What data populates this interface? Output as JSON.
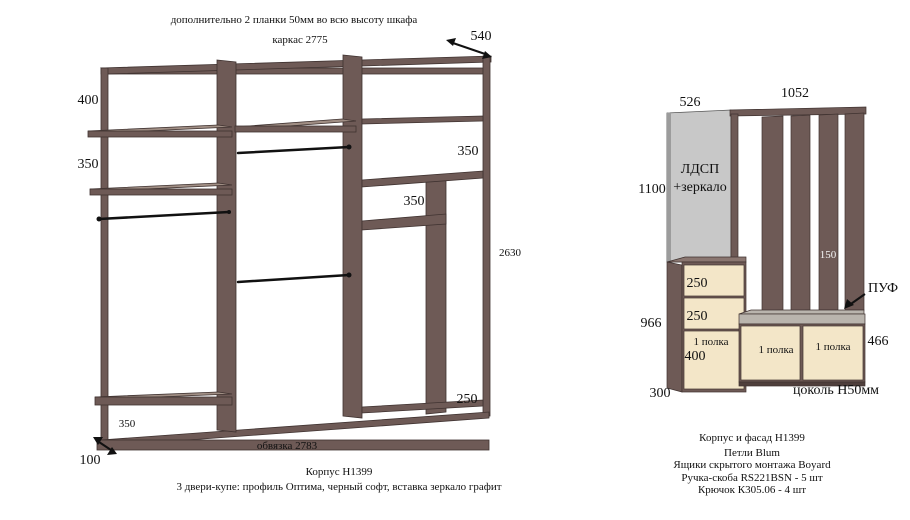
{
  "wardrobe": {
    "note_top": "дополнительно 2 планки 50мм во всю высоту шкафа",
    "frame_label": "каркас 2775",
    "depth": "540",
    "dim_400": "400",
    "dim_350_left": "350",
    "dim_350_right": "350",
    "dim_350_inner": "350",
    "height": "2630",
    "dim_250": "250",
    "dim_350_bottom": "350",
    "plinth_dim": "100",
    "base_label": "обвязка 2783",
    "body_label": "Корпус Н1399",
    "doors_label": "3 двери-купе: профиль Оптима, черный софт, вставка зеркало графит"
  },
  "hallway": {
    "panel_width": "526",
    "total_width": "1052",
    "panel_material": "ЛДСП\n+зеркало",
    "panel_height": "1100",
    "body_height": "966",
    "drawer1": "250",
    "drawer2": "250",
    "shelf_note": "1 полка",
    "drawer3": "400",
    "middle_shelf": "1 полка",
    "right_shelf": "1 полка",
    "right_height": "466",
    "slat_gap": "150",
    "pouf_label": "ПУФ",
    "depth": "300",
    "plinth_label": "цоколь Н50мм",
    "specs": [
      "Корпус и фасад Н1399",
      "Петли Blum",
      "Ящики скрытого монтажа Boyard",
      "Ручка-скоба RS221BSN - 5 шт",
      "Крючок К305.06 - 4 шт"
    ]
  },
  "colors": {
    "body_wood": "#6e5a56",
    "body_wood_dark": "#4f3f3c",
    "facade": "#f3e6c8",
    "mirror": "#c8c8c8",
    "pouf_top": "#b9b4ad"
  }
}
